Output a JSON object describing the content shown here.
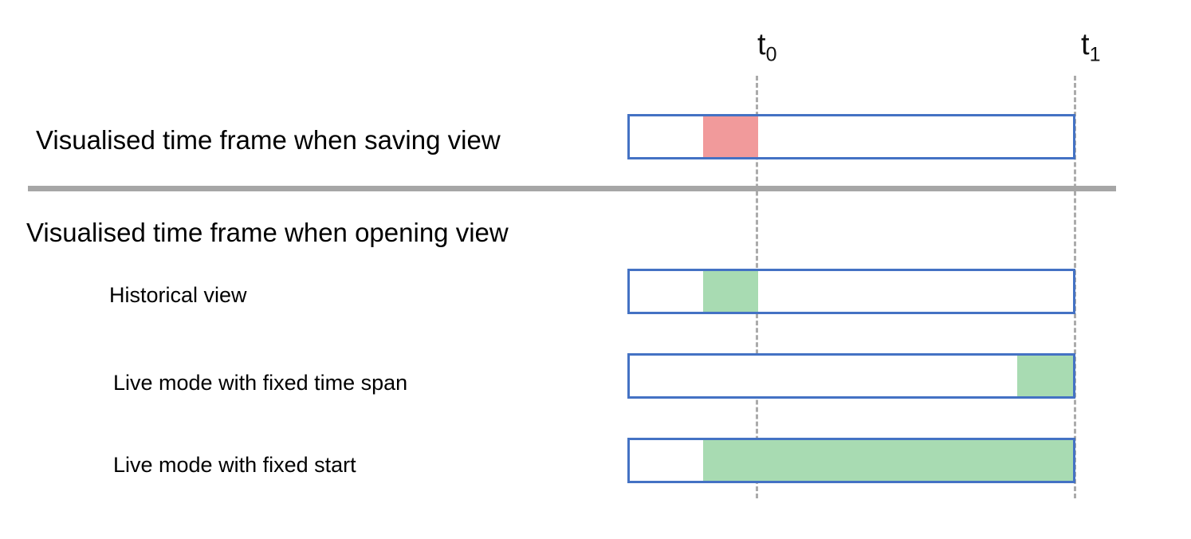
{
  "colors": {
    "bar_border": "#4472C4",
    "red_fill": "#F19A9B",
    "green_fill": "#A8DBB2",
    "divider": "#A6A6A6",
    "dashed_line": "#ABABAB",
    "text": "#000000"
  },
  "diagram": {
    "sections": [
      {
        "title": "Visualised time frame when saving view"
      },
      {
        "title": "Visualised time frame when opening view"
      }
    ],
    "axis_markers": [
      {
        "base": "t",
        "sub": "0"
      },
      {
        "base": "t",
        "sub": "1"
      }
    ],
    "rows": [
      {
        "name": "saving-view",
        "label": "",
        "segment": {
          "color": "red",
          "start": 0.1655,
          "end": 0.29
        }
      },
      {
        "name": "historical-view",
        "label": "Historical view",
        "segment": {
          "color": "green",
          "start": 0.1655,
          "end": 0.29
        }
      },
      {
        "name": "live-mode-fixed-time-span",
        "label": "Live mode with fixed time span",
        "segment": {
          "color": "green",
          "start": 0.874,
          "end": 1
        }
      },
      {
        "name": "live-mode-fixed-start",
        "label": "Live mode with fixed start",
        "segment": {
          "color": "green",
          "start": 0.1655,
          "end": 1
        }
      }
    ]
  }
}
